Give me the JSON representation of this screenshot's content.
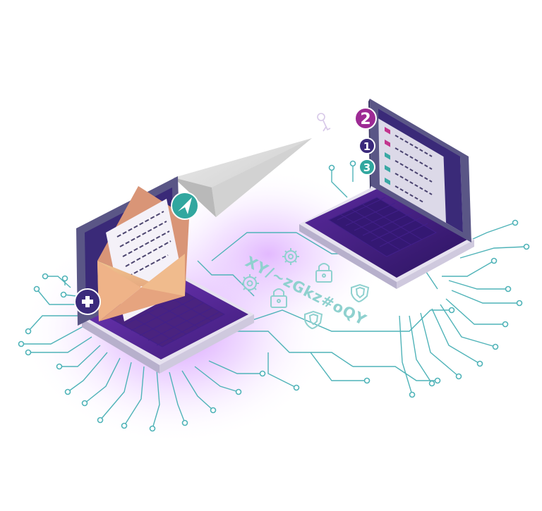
{
  "scene": {
    "cipher_text": "XY/~zGkz#oQY",
    "badges": {
      "top": "2",
      "middle": "1",
      "bottom": "3"
    },
    "colors": {
      "laptop_body": "#3c1e73",
      "laptop_deck": "#5a2d99",
      "laptop_keys": "#4a237f",
      "screen_frame": "#5f5b8a",
      "screen_content": "#d9d6e6",
      "circuit": "#4fb3b8",
      "glow": "#b64bff",
      "teal_badge": "#31a79f",
      "magenta_badge": "#9d2a94",
      "navy_badge": "#3b2a7c",
      "envelope": "#e8b07f",
      "paper_plane": "#d9d9d9",
      "cipher_color": "#8fd1cf"
    },
    "icons": {
      "left_badge": "plus-icon",
      "envelope_badge": "send-arrow-icon",
      "floating_key": "key-icon",
      "gears": "gear-icon",
      "locks": "lock-icon",
      "shields": "shield-icon"
    }
  }
}
